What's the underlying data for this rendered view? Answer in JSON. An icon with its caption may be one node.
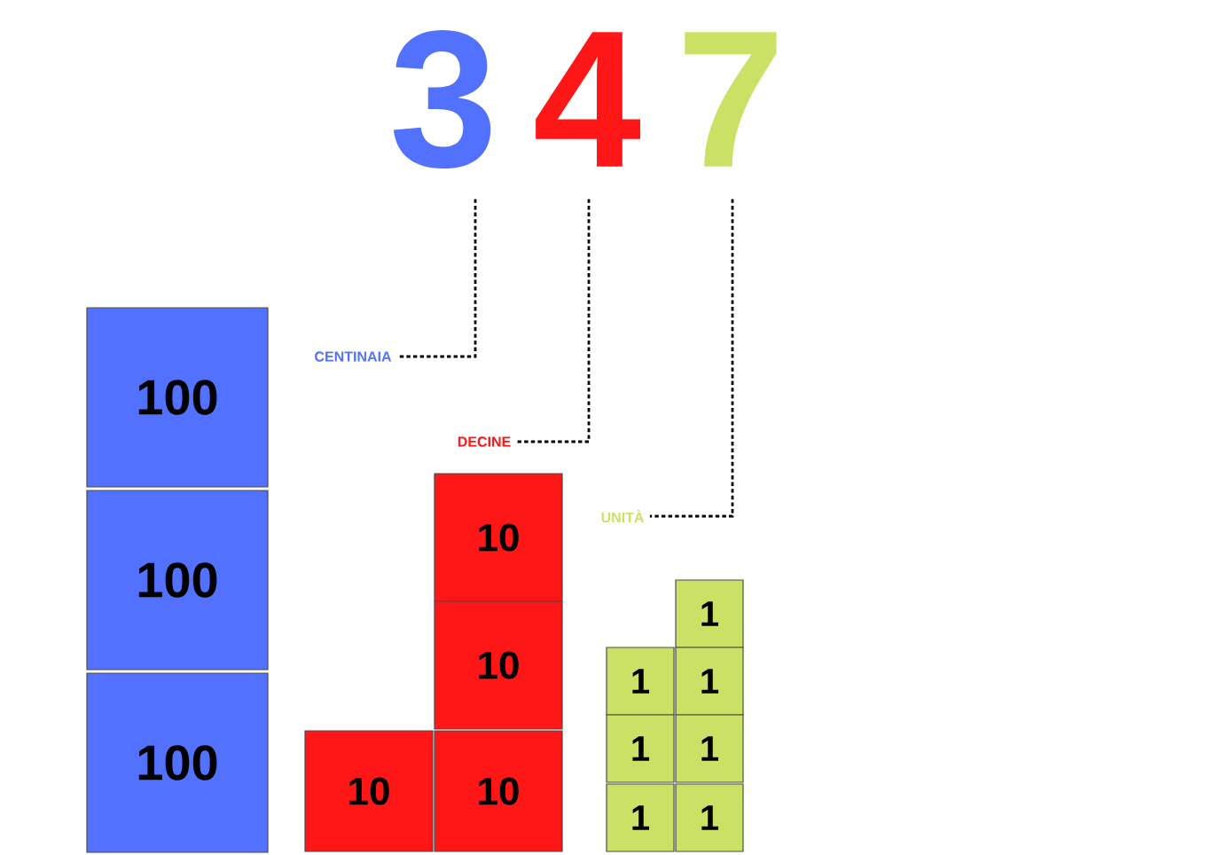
{
  "diagram": {
    "nodes": [
      {
        "text": [
          "3"
        ]
      },
      {
        "text": [
          "4"
        ]
      },
      {
        "text": [
          "7"
        ]
      },
      {
        "text": [
          "CENTINAIA"
        ]
      },
      {
        "text": [
          "DECINE"
        ]
      },
      {
        "text": [
          "UNITÀ"
        ]
      },
      {
        "text": [
          "100"
        ]
      },
      {
        "text": [
          "100"
        ]
      },
      {
        "text": [
          "100"
        ]
      },
      {
        "text": [
          "10"
        ]
      },
      {
        "text": [
          "10"
        ]
      },
      {
        "text": [
          "10"
        ]
      },
      {
        "text": [
          "10"
        ]
      },
      {
        "text": [
          "1"
        ]
      },
      {
        "text": [
          "1"
        ]
      },
      {
        "text": [
          "1"
        ]
      },
      {
        "text": [
          "1"
        ]
      },
      {
        "text": [
          "1"
        ]
      },
      {
        "text": [
          "1"
        ]
      },
      {
        "text": [
          "1"
        ]
      }
    ],
    "edges": [
      {
        "from": 0,
        "to": 3,
        "arrow": "none",
        "style": "dashed"
      },
      {
        "from": 1,
        "to": 4,
        "arrow": "none",
        "style": "dashed"
      },
      {
        "from": 2,
        "to": 5,
        "arrow": "none",
        "style": "dashed"
      }
    ]
  }
}
